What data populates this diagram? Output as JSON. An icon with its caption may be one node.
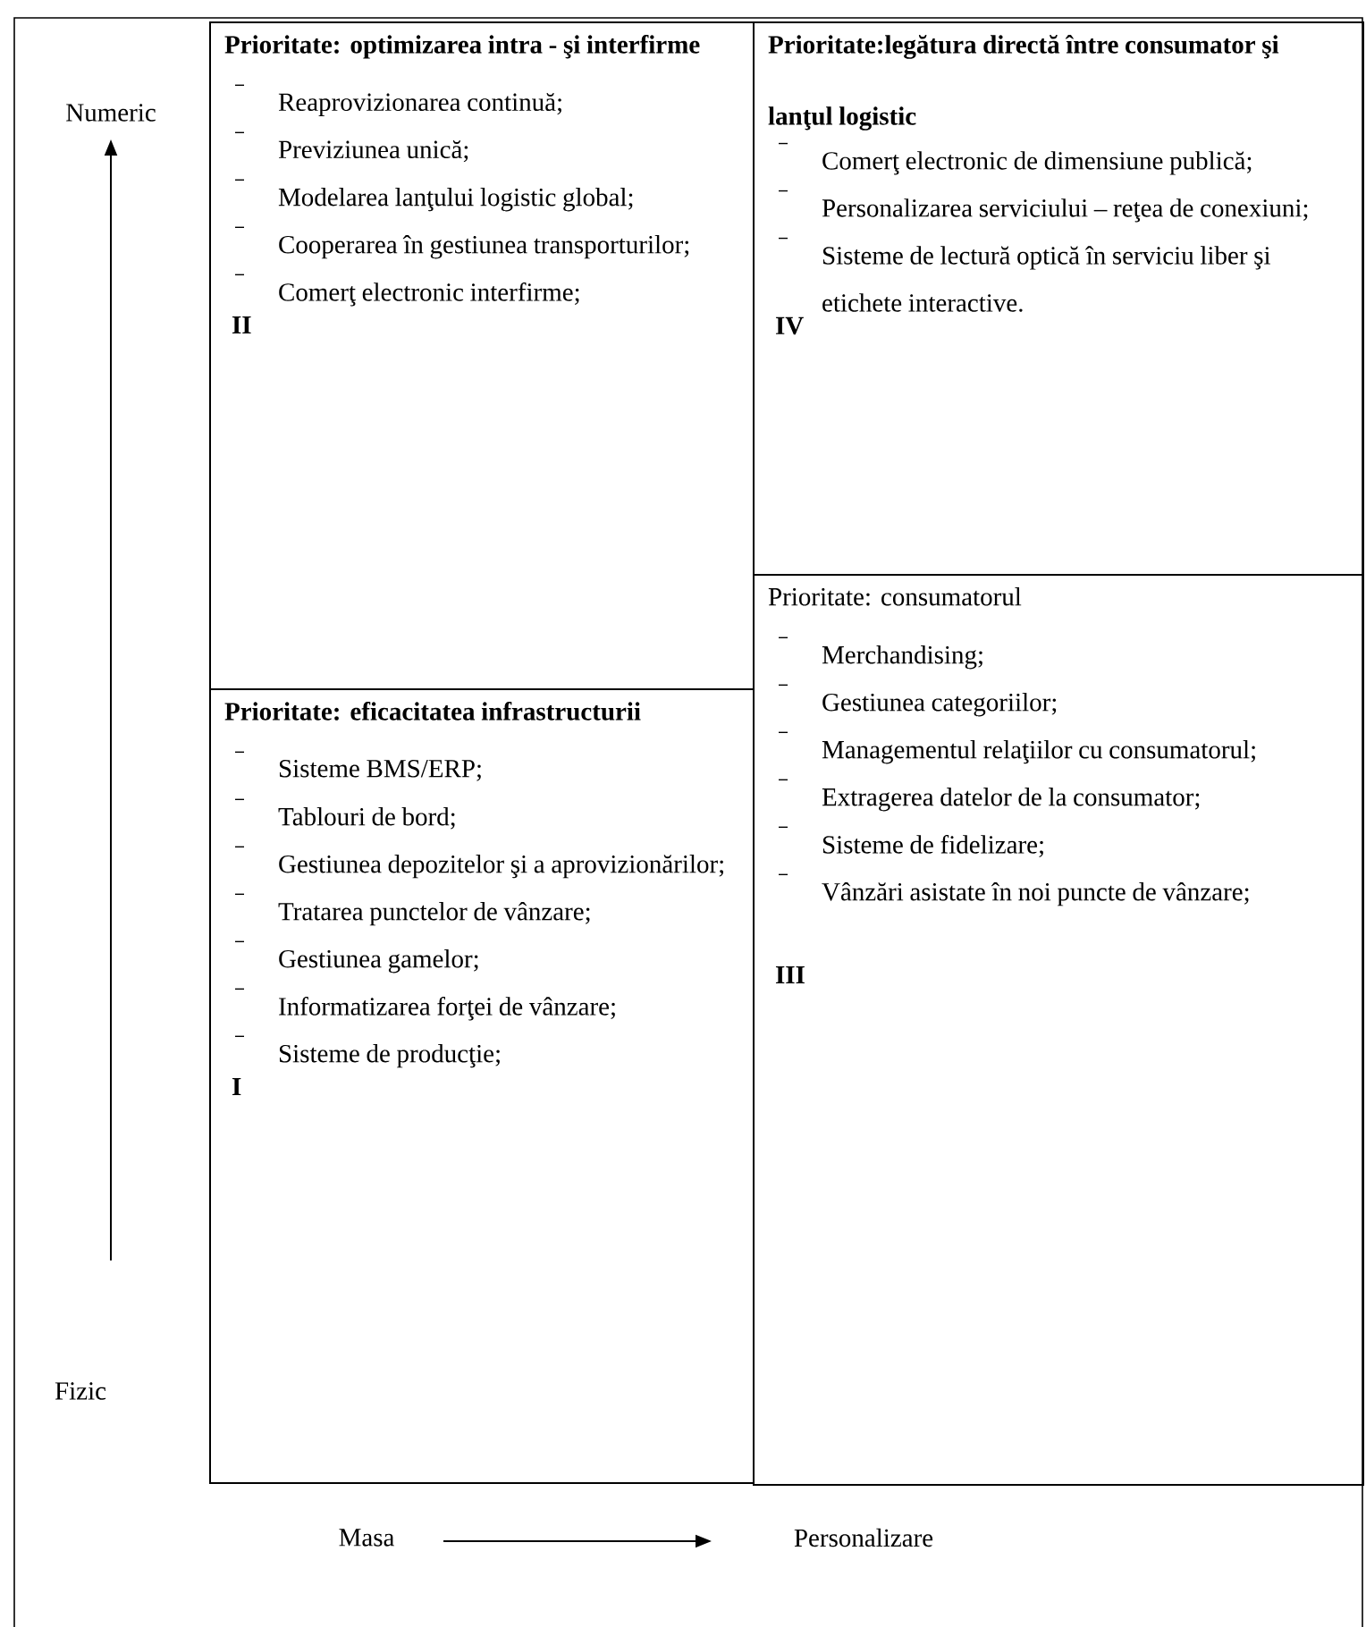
{
  "diagram": {
    "nodes": [
      {
        "text": [
          "Prioritate: optimizarea intra - şi interfirme",
          "Reaprovizionarea continuă;",
          "Previziunea unică;",
          "Modelarea lanţului logistic global;",
          "Cooperarea în gestiunea transporturilor;",
          "Comerţ electronic interfirme;",
          "II"
        ]
      },
      {
        "text": [
          "Prioritate:legătura directă între consumator şi lanţul logistic",
          "Comerţ electronic de dimensiune publică;",
          "Personalizarea serviciului – reţea de conexiuni;",
          "Sisteme de lectură optică în serviciu liber şi etichete interactive.",
          "IV"
        ]
      },
      {
        "text": [
          "Prioritate: eficacitatea infrastructurii",
          "Sisteme BMS/ERP;",
          "Tablouri de bord;",
          "Gestiunea depozitelor şi a aprovizionărilor;",
          "Tratarea punctelor de vânzare;",
          "Gestiunea gamelor;",
          "Informatizarea forţei de vânzare;",
          "Sisteme de producţie;",
          "I"
        ]
      },
      {
        "text": [
          "Prioritate: consumatorul",
          "Merchandising;",
          "Gestiunea categoriilor;",
          "Managementul relaţiilor cu consumatorul;",
          "Extragerea datelor de la consumator;",
          "Sisteme de fidelizare;",
          "Vânzări asistate în noi puncte de vânzare;",
          "III"
        ]
      }
    ],
    "labels": [
      "Numeric",
      "Fizic",
      "Masa",
      "Personalizare"
    ]
  }
}
